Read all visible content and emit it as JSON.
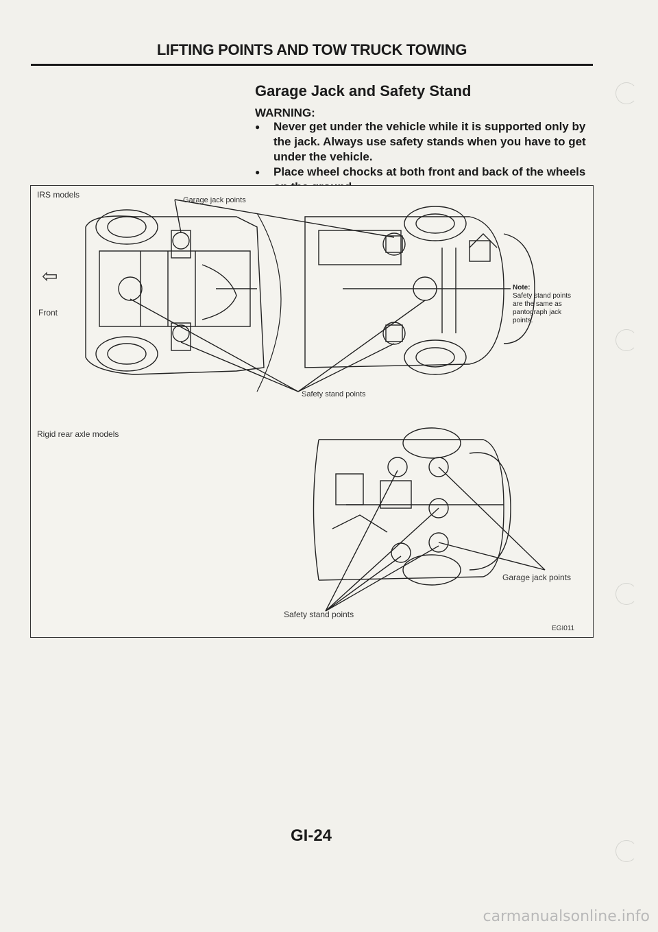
{
  "header": {
    "title": "LIFTING POINTS AND TOW TRUCK TOWING"
  },
  "section": {
    "title": "Garage Jack and Safety Stand",
    "warning_label": "WARNING:",
    "warnings": [
      "Never get under the vehicle while it is supported only by the jack. Always use safety stands when you have to get under the vehicle.",
      "Place wheel chocks at both front and back of the wheels on the ground."
    ]
  },
  "figure": {
    "irs_label": "IRS models",
    "front_label": "Front",
    "front_arrow_icon": "left-arrow-icon",
    "garage_jack_points_top": "Garage jack points",
    "safety_stand_points_top": "Safety stand points",
    "note": {
      "title": "Note:",
      "body": "Safety stand points are the same as pantograph jack points."
    },
    "rigid_label": "Rigid rear axle models",
    "garage_jack_points_bottom": "Garage jack points",
    "safety_stand_points_bottom": "Safety stand points",
    "figure_code": "EGI011"
  },
  "footer": {
    "page_number": "GI-24"
  },
  "watermark": "carmanualsonline.info"
}
